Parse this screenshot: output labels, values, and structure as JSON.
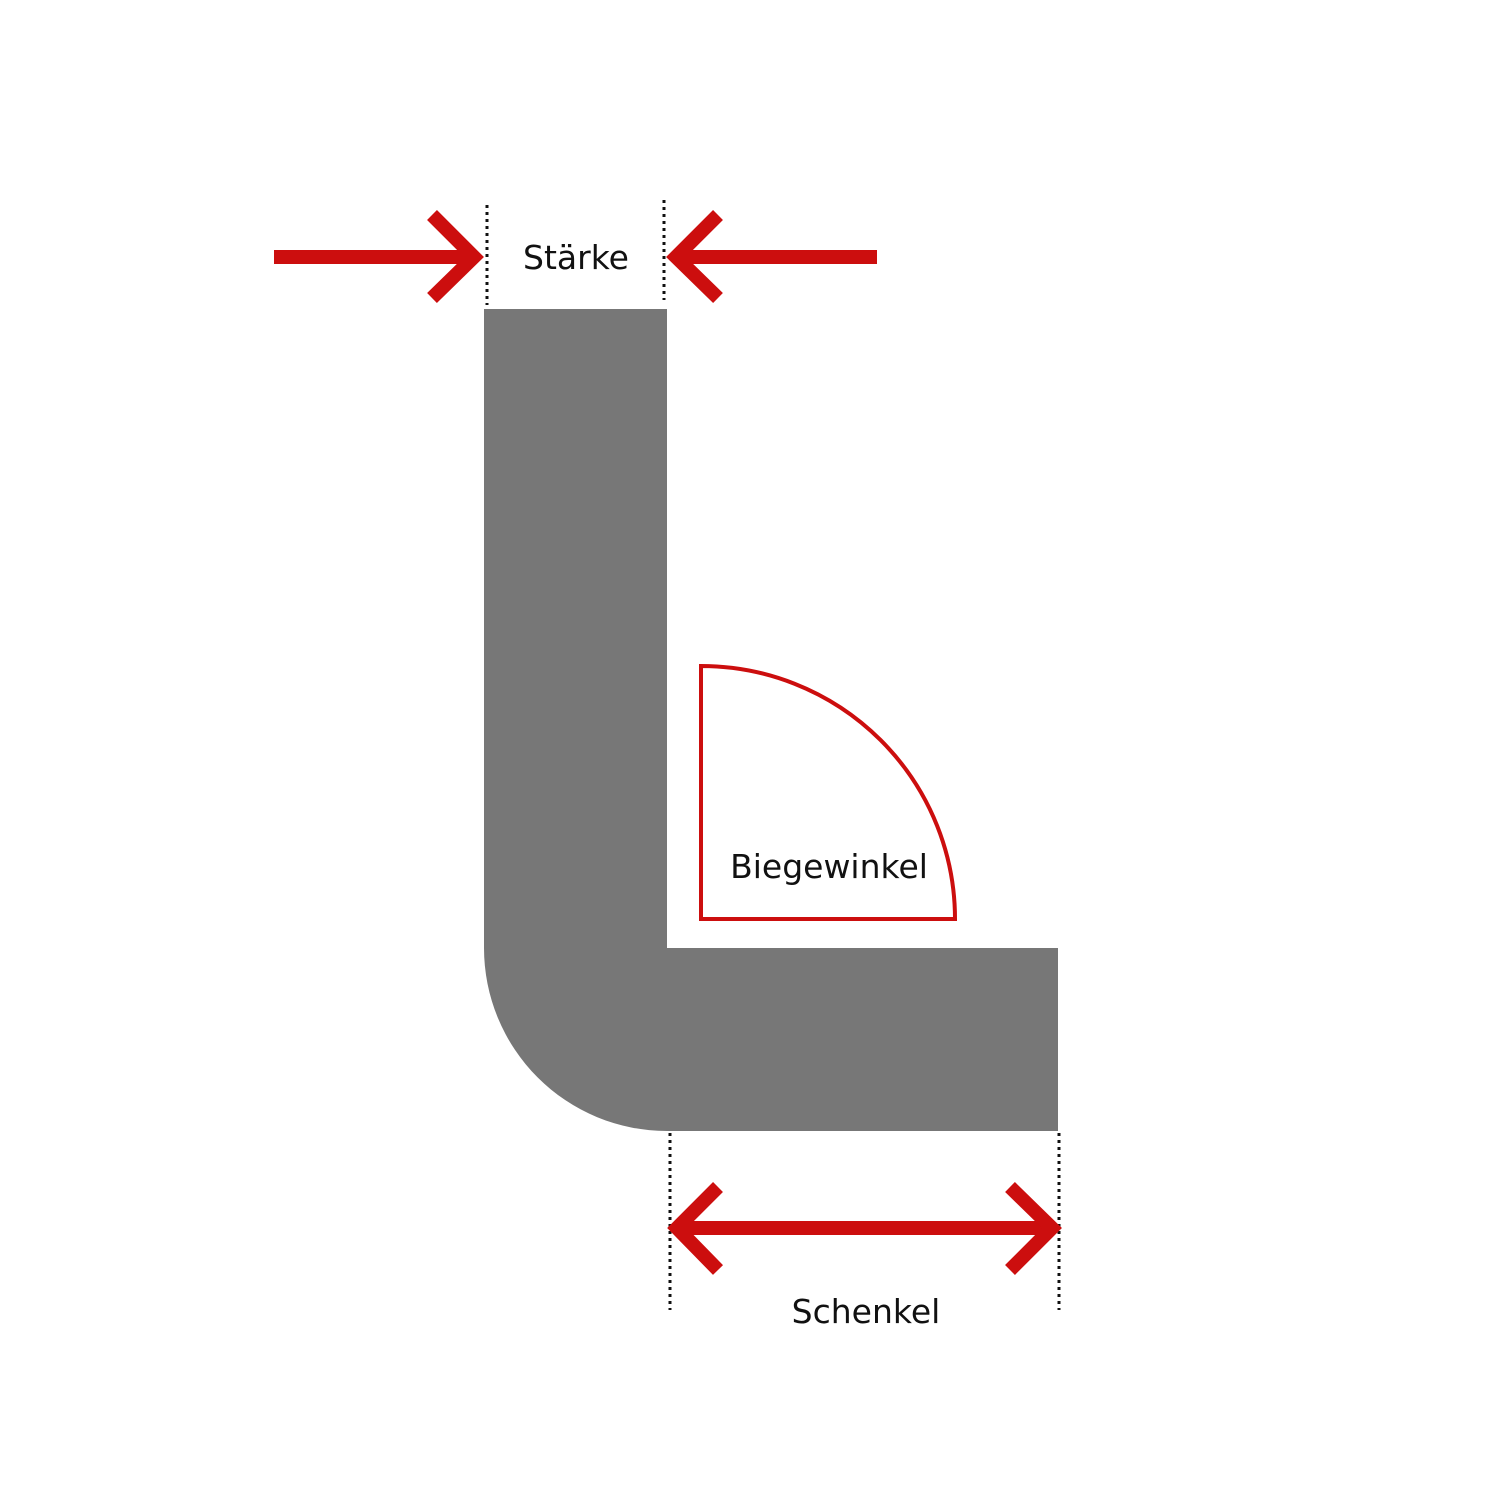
{
  "labels": {
    "thickness": "Stärke",
    "bend_angle": "Biegewinkel",
    "leg": "Schenkel"
  },
  "colors": {
    "profile": "#777777",
    "accent": "#cc0e0e",
    "text": "#111111"
  }
}
